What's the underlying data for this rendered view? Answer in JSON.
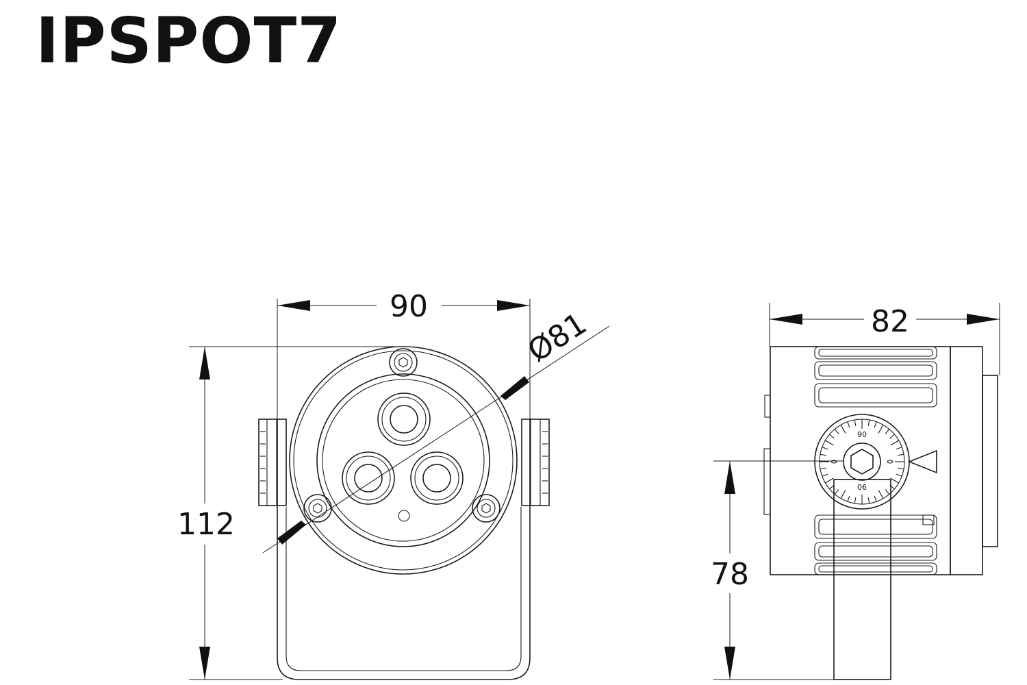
{
  "title": "IPSPOT7",
  "front_view": {
    "width_dim": "90",
    "height_dim": "112",
    "diameter_dim": "Ø81"
  },
  "side_view": {
    "width_dim": "82",
    "height_dim": "78",
    "scale_label_top": "90",
    "scale_label_bottom": "90"
  }
}
